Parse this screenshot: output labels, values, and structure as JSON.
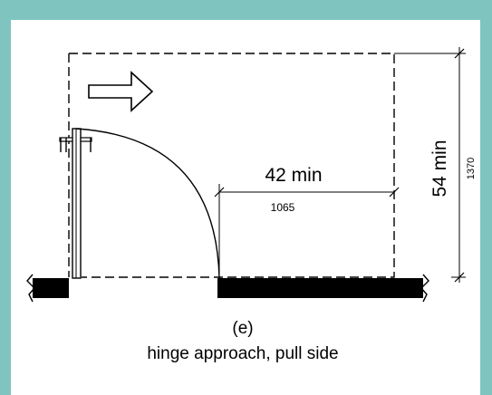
{
  "diagram": {
    "width_label": "42 min",
    "width_metric": "1065",
    "depth_label": "54 min",
    "depth_metric": "1370",
    "figure_letter": "(e)",
    "caption": "hinge approach, pull side"
  },
  "colors": {
    "frame_background": "#7fc4bf",
    "panel": "#ffffff",
    "ink": "#000000"
  },
  "icons": [
    "approach-arrow-icon",
    "door-pull-handle-icon"
  ]
}
